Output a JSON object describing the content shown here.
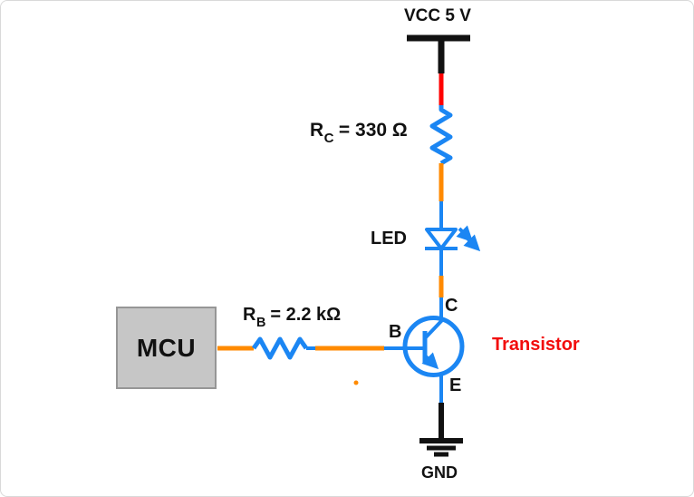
{
  "diagram": {
    "power": {
      "label": "VCC 5 V"
    },
    "resistor_rc": {
      "base": "R",
      "sub": "C",
      "rest": " = 330 Ω"
    },
    "led": {
      "label": "LED"
    },
    "transistor": {
      "caption": "Transistor",
      "collector_pin": "C",
      "base_pin": "B",
      "emitter_pin": "E"
    },
    "resistor_rb": {
      "base": "R",
      "sub": "B",
      "rest": " = 2.2 kΩ"
    },
    "mcu": {
      "label": "MCU"
    },
    "ground": {
      "label": "GND"
    }
  },
  "colors": {
    "wire-blue": "#1B86F3",
    "wire-orange": "#FF8A00",
    "wire-red": "#FF0000",
    "wire-black": "#111111",
    "label-red": "#F20D0D",
    "mcu-fill": "#C6C6C6",
    "mcu-border": "#969696",
    "frame-border": "#D9D9D9"
  }
}
